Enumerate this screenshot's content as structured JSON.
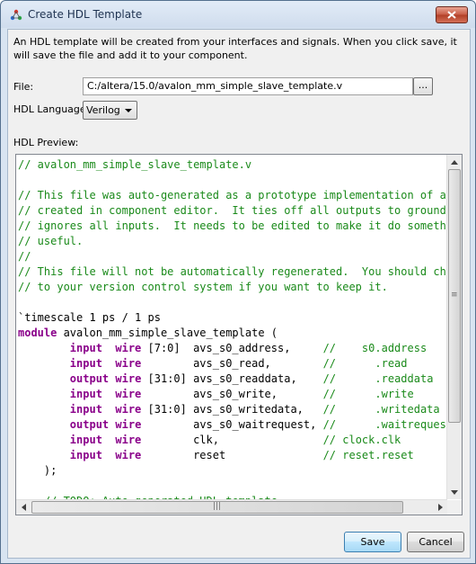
{
  "window": {
    "title": "Create HDL Template",
    "close_icon": "close-icon"
  },
  "intro": "An HDL template will be created from your interfaces and signals. When you click save, it will save the file and add it to your component.",
  "file": {
    "label": "File:",
    "value": "C:/altera/15.0/avalon_mm_simple_slave_template.v",
    "browse_label": "..."
  },
  "language": {
    "label": "HDL Language:",
    "selected": "Verilog"
  },
  "preview": {
    "label": "HDL Preview:",
    "lines": [
      [
        {
          "t": "// avalon_mm_simple_slave_template.v",
          "c": "c"
        }
      ],
      [],
      [
        {
          "t": "// This file was auto-generated as a prototype implementation of a mo",
          "c": "c"
        }
      ],
      [
        {
          "t": "// created in component editor.  It ties off all outputs to ground an",
          "c": "c"
        }
      ],
      [
        {
          "t": "// ignores all inputs.  It needs to be edited to make it do somethin",
          "c": "c"
        }
      ],
      [
        {
          "t": "// useful.",
          "c": "c"
        }
      ],
      [
        {
          "t": "//",
          "c": "c"
        }
      ],
      [
        {
          "t": "// This file will not be automatically regenerated.  You should check",
          "c": "c"
        }
      ],
      [
        {
          "t": "// to your version control system if you want to keep it.",
          "c": "c"
        }
      ],
      [],
      [
        {
          "t": "`timescale 1 ps / 1 ps",
          "c": ""
        }
      ],
      [
        {
          "t": "module",
          "c": "k"
        },
        {
          "t": " avalon_mm_simple_slave_template (",
          "c": ""
        }
      ],
      [
        {
          "t": "        ",
          "c": ""
        },
        {
          "t": "input",
          "c": "k"
        },
        {
          "t": "  ",
          "c": ""
        },
        {
          "t": "wire",
          "c": "k"
        },
        {
          "t": " [7:0]  avs_s0_address,     ",
          "c": ""
        },
        {
          "t": "//    s0.address",
          "c": "c"
        }
      ],
      [
        {
          "t": "        ",
          "c": ""
        },
        {
          "t": "input",
          "c": "k"
        },
        {
          "t": "  ",
          "c": ""
        },
        {
          "t": "wire",
          "c": "k"
        },
        {
          "t": "        avs_s0_read,        ",
          "c": ""
        },
        {
          "t": "//      .read",
          "c": "c"
        }
      ],
      [
        {
          "t": "        ",
          "c": ""
        },
        {
          "t": "output",
          "c": "k"
        },
        {
          "t": " ",
          "c": ""
        },
        {
          "t": "wire",
          "c": "k"
        },
        {
          "t": " [31:0] avs_s0_readdata,    ",
          "c": ""
        },
        {
          "t": "//      .readdata",
          "c": "c"
        }
      ],
      [
        {
          "t": "        ",
          "c": ""
        },
        {
          "t": "input",
          "c": "k"
        },
        {
          "t": "  ",
          "c": ""
        },
        {
          "t": "wire",
          "c": "k"
        },
        {
          "t": "        avs_s0_write,       ",
          "c": ""
        },
        {
          "t": "//      .write",
          "c": "c"
        }
      ],
      [
        {
          "t": "        ",
          "c": ""
        },
        {
          "t": "input",
          "c": "k"
        },
        {
          "t": "  ",
          "c": ""
        },
        {
          "t": "wire",
          "c": "k"
        },
        {
          "t": " [31:0] avs_s0_writedata,   ",
          "c": ""
        },
        {
          "t": "//      .writedata",
          "c": "c"
        }
      ],
      [
        {
          "t": "        ",
          "c": ""
        },
        {
          "t": "output",
          "c": "k"
        },
        {
          "t": " ",
          "c": ""
        },
        {
          "t": "wire",
          "c": "k"
        },
        {
          "t": "        avs_s0_waitrequest, ",
          "c": ""
        },
        {
          "t": "//      .waitrequest",
          "c": "c"
        }
      ],
      [
        {
          "t": "        ",
          "c": ""
        },
        {
          "t": "input",
          "c": "k"
        },
        {
          "t": "  ",
          "c": ""
        },
        {
          "t": "wire",
          "c": "k"
        },
        {
          "t": "        clk,                ",
          "c": ""
        },
        {
          "t": "// clock.clk",
          "c": "c"
        }
      ],
      [
        {
          "t": "        ",
          "c": ""
        },
        {
          "t": "input",
          "c": "k"
        },
        {
          "t": "  ",
          "c": ""
        },
        {
          "t": "wire",
          "c": "k"
        },
        {
          "t": "        reset               ",
          "c": ""
        },
        {
          "t": "// reset.reset",
          "c": "c"
        }
      ],
      [
        {
          "t": "    );",
          "c": ""
        }
      ],
      [],
      [
        {
          "t": "    // TODO: Auto-generated HDL template",
          "c": "c"
        }
      ]
    ]
  },
  "buttons": {
    "save": "Save",
    "cancel": "Cancel"
  },
  "colors": {
    "comment": "#1a8a1a",
    "keyword": "#8a008a"
  }
}
